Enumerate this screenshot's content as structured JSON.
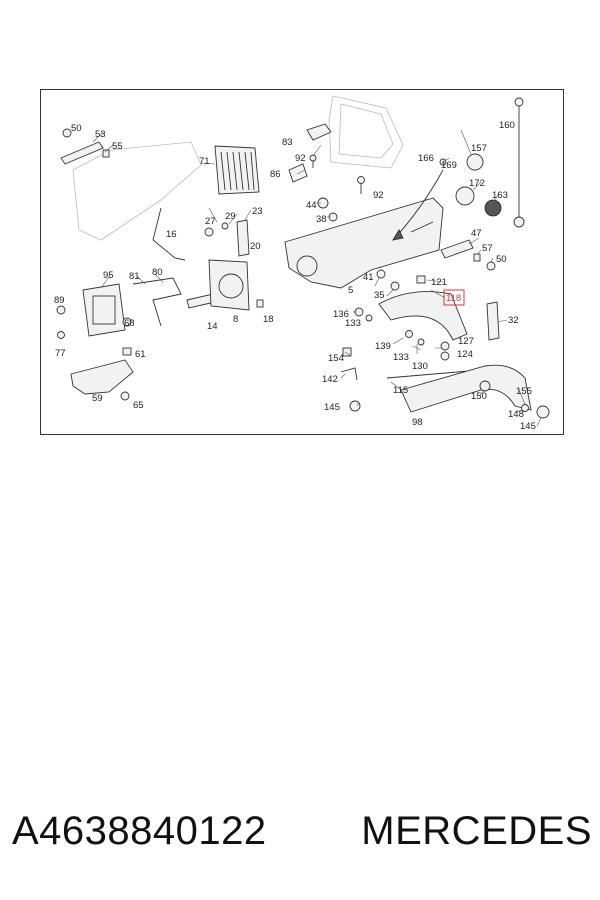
{
  "diagram": {
    "highlighted_label": "118",
    "labels": [
      "50",
      "53",
      "55",
      "71",
      "83",
      "92",
      "86",
      "92",
      "157",
      "160",
      "166",
      "169",
      "172",
      "163",
      "16",
      "27",
      "29",
      "23",
      "20",
      "44",
      "38",
      "47",
      "57",
      "50",
      "95",
      "81",
      "80",
      "89",
      "68",
      "14",
      "8",
      "18",
      "41",
      "35",
      "5",
      "121",
      "118",
      "136",
      "133",
      "32",
      "139",
      "133",
      "127",
      "124",
      "130",
      "77",
      "61",
      "154",
      "142",
      "115",
      "150",
      "155",
      "148",
      "145",
      "59",
      "65",
      "145",
      "98"
    ]
  },
  "caption": {
    "part_number": "A4638840122",
    "brand": "MERCEDES"
  }
}
